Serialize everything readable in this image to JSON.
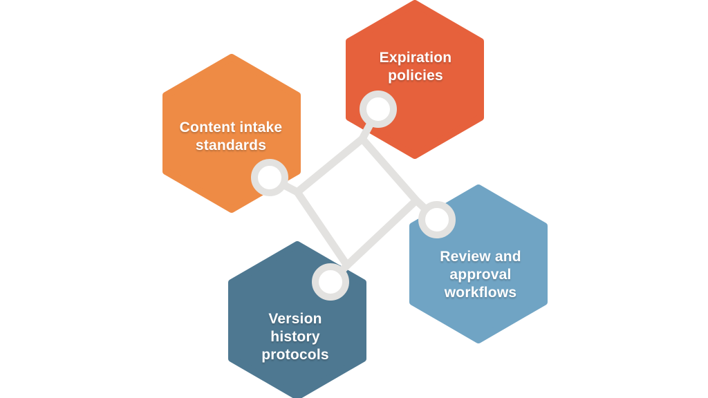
{
  "diagram": {
    "background_color": "#FFFFFF",
    "connector": {
      "color": "#E3E2E0",
      "node_fill_color": "#FFFFFF"
    },
    "hexagons": [
      {
        "id": "expiration-policies",
        "label": "Expiration policies",
        "lines": [
          "Expiration",
          "policies"
        ],
        "color": "#E6613C",
        "text_color": "#FFFFFF"
      },
      {
        "id": "content-intake-standards",
        "label": "Content intake standards",
        "lines": [
          "Content intake",
          "standards"
        ],
        "color": "#EE8B45",
        "text_color": "#FFFFFF"
      },
      {
        "id": "review-approval-workflows",
        "label": "Review and approval workflows",
        "lines": [
          "Review and",
          "approval",
          "workflows"
        ],
        "color": "#70A4C4",
        "text_color": "#FFFFFF"
      },
      {
        "id": "version-history-protocols",
        "label": "Version history protocols",
        "lines": [
          "Version",
          "history",
          "protocols"
        ],
        "color": "#4E7891",
        "text_color": "#FFFFFF"
      }
    ]
  }
}
